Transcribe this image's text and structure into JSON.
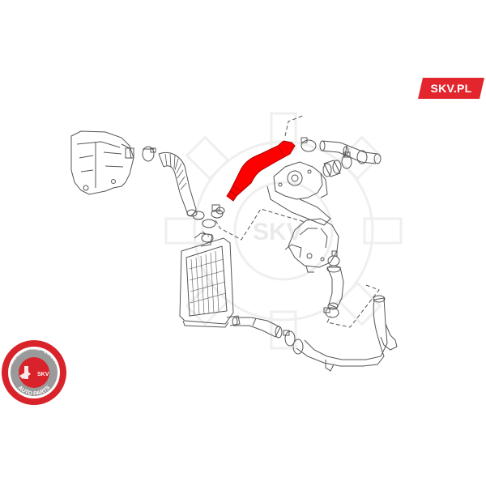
{
  "brand": {
    "badge_text": "SKV.PL",
    "accent_color": "#e3262d"
  },
  "watermark": {
    "text": "SKV"
  },
  "seal": {
    "ring_text_top": "THE BEST PRICE - QUALITY",
    "center_text": "SKV",
    "bottom_text": "AUTO PARTS",
    "colors": {
      "outer": "#d8232a",
      "inner": "#9a9a9a"
    }
  },
  "highlight_part": {
    "name": "intercooler-hose",
    "color": "#ff0000"
  },
  "icons": [
    "gear-watermark-icon",
    "seal-logo-icon"
  ]
}
